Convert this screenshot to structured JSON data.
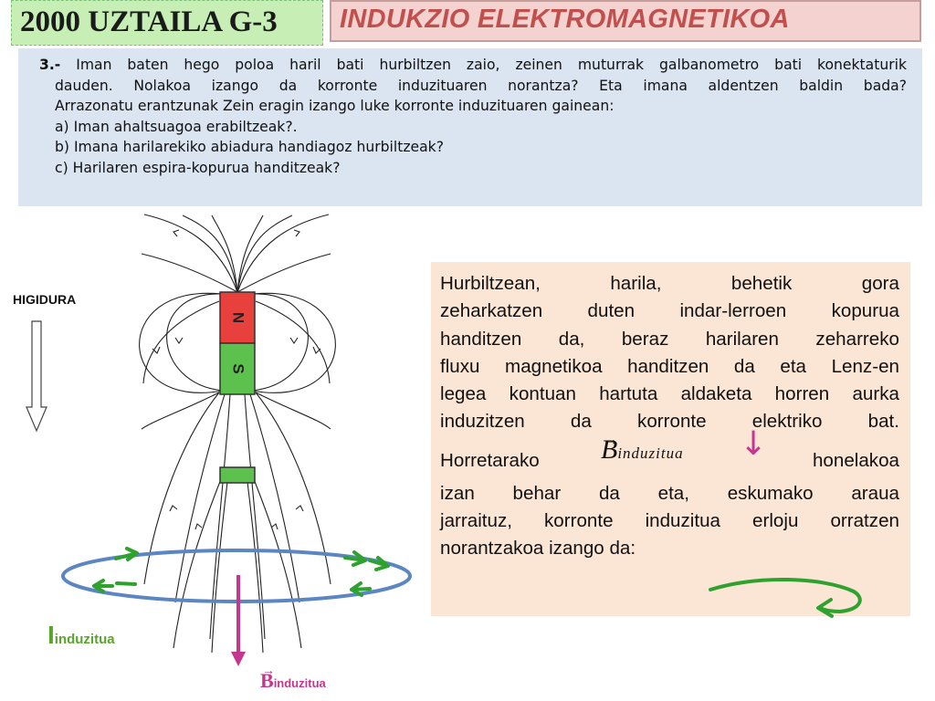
{
  "header": {
    "title": "2000  UZTAILA G-3",
    "subject": "INDUKZIO ELEKTROMAGNETIKOA"
  },
  "question": {
    "number": "3.-",
    "lines": [
      "Iman baten hego poloa haril bati hurbiltzen zaio, zeinen muturrak galbanometro bati konektaturik",
      "dauden. Nolakoa izango da korronte induzituaren norantza? Eta imana aldentzen baldin bada?",
      "Arrazonatu erantzunak Zein eragin izango luke korronte induzituaren gainean:",
      "a) Iman ahaltsuagoa erabiltzeak?.",
      "b) Imana harilarekiko abiadura handiagoz hurbiltzeak?",
      "c) Harilaren espira-kopurua handitzeak?"
    ]
  },
  "figure": {
    "motion_label": "HIGIDURA",
    "north_label": "N",
    "south_label": "S",
    "i_symbol": "I",
    "i_subscript": "induzitua",
    "b_symbol": "B",
    "b_subscript": "induzitua",
    "colors": {
      "magnet_north": "#e8403c",
      "magnet_south": "#5cc14d",
      "coil": "#5b86c2",
      "current_arrows": "#2ea12e",
      "b_arrow": "#c6368e",
      "field_lines": "#222222"
    }
  },
  "explanation": {
    "lines": [
      "Hurbiltzean,  harila,  behetik  gora",
      "zeharkatzen duten indar-lerroen kopurua",
      "handitzen da, beraz harilaren zeharreko",
      "fluxu magnetikoa handitzen da eta Lenz-en",
      "legea kontuan hartuta aldaketa horren aurka",
      "induzitzen  da  korronte  elektriko  bat."
    ],
    "formula_before": "Horretarako",
    "formula_symbol": "B",
    "formula_subscript": "induzitua",
    "formula_arrow": "↓",
    "formula_after": "honelakoa",
    "lines_after": [
      "izan  behar  da  eta,  eskumako  araua",
      "jarraituz,  korronte induzitua erloju orratzen",
      "norantzakoa izango da:"
    ]
  }
}
